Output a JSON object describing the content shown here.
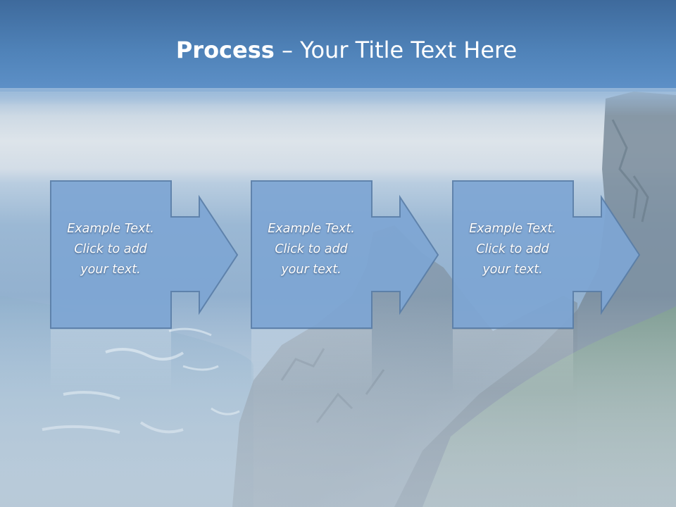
{
  "slide": {
    "title_bold": "Process",
    "title_rest": " – Your Title Text Here",
    "steps": [
      {
        "text": "Example Text.\nClick  to add\nyour text."
      },
      {
        "text": "Example Text.\nClick  to add\nyour text."
      },
      {
        "text": "Example Text.\nClick  to add\nyour text."
      }
    ]
  },
  "colors": {
    "box_fill": "#7ea6d4",
    "box_stroke": "#5a7ea8",
    "title_band": "#4f82b8",
    "text": "#ffffff"
  }
}
